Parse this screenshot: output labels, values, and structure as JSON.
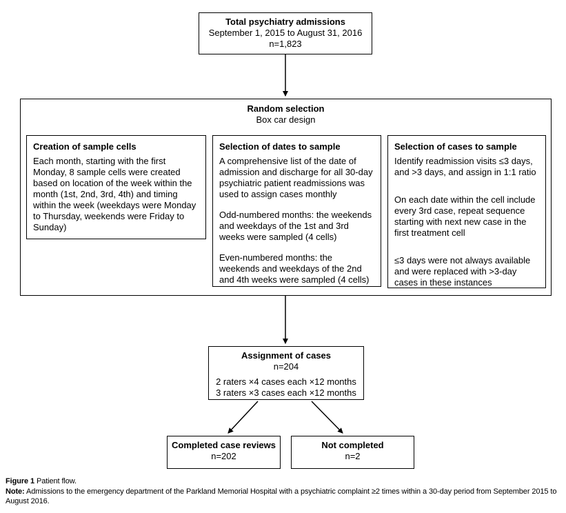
{
  "figure": {
    "top_box": {
      "title": "Total psychiatry admissions",
      "line1": "September 1, 2015 to August 31, 2016",
      "line2": "n=1,823"
    },
    "random_selection": {
      "title": "Random selection",
      "subtitle": "Box car design",
      "cells_box": {
        "title": "Creation of sample cells",
        "paragraphs": [
          "Each month, starting with the first Monday, 8 sample cells were created based on location of the week within the month (1st, 2nd, 3rd, 4th) and timing within the week (weekdays were Monday to Thursday, weekends were Friday to Sunday)"
        ]
      },
      "dates_box": {
        "title": "Selection of dates to sample",
        "paragraphs": [
          "A comprehensive list of the date of admission and discharge for all 30-day psychiatric patient readmissions was used to assign cases monthly",
          "Odd-numbered months: the weekends and weekdays of the 1st and 3rd weeks were sampled (4 cells)",
          "Even-numbered months: the weekends and weekdays of the 2nd and 4th weeks were sampled (4 cells)"
        ]
      },
      "cases_box": {
        "title": "Selection of cases to sample",
        "paragraphs": [
          "Identify readmission visits ≤3 days, and >3 days, and assign in 1:1 ratio",
          "On each date within the cell include every 3rd case, repeat sequence starting with next new case in the first treatment cell",
          "≤3 days were not always available and were replaced with >3-day cases in these instances"
        ]
      }
    },
    "assignment_box": {
      "title": "Assignment of cases",
      "n": "n=204",
      "line1": "2 raters ×4 cases each ×12 months",
      "line2": "3 raters ×3 cases each ×12 months"
    },
    "completed_box": {
      "title": "Completed case reviews",
      "n": "n=202"
    },
    "not_completed_box": {
      "title": "Not completed",
      "n": "n=2"
    }
  },
  "caption": {
    "figure_label": "Figure 1",
    "figure_text": "Patient flow.",
    "note_label": "Note:",
    "note_text": "Admissions to the emergency department of the Parkland Memorial Hospital with a psychiatric complaint ≥2 times within a 30-day period from September 2015 to August 2016."
  },
  "colors": {
    "border": "#000000",
    "background": "#ffffff",
    "text": "#000000"
  }
}
